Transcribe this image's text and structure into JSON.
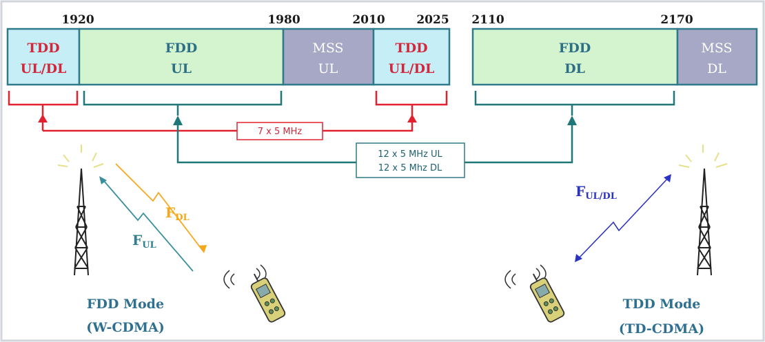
{
  "frequencies": {
    "f1920": "1920",
    "f1980": "1980",
    "f2010": "2010",
    "f2025": "2025",
    "f2110": "2110",
    "f2170": "2170"
  },
  "bands": {
    "tdd1": {
      "line1": "TDD",
      "line2": "UL/DL"
    },
    "fdd_ul": {
      "line1": "FDD",
      "line2": "UL"
    },
    "mss_ul": {
      "line1": "MSS",
      "line2": "UL"
    },
    "tdd2": {
      "line1": "TDD",
      "line2": "UL/DL"
    },
    "fdd_dl": {
      "line1": "FDD",
      "line2": "DL"
    },
    "mss_dl": {
      "line1": "MSS",
      "line2": "DL"
    }
  },
  "allocations": {
    "tdd_box": "7 x 5 MHz",
    "fdd_box_line1": "12 x 5 MHz UL",
    "fdd_box_line2": "12 x 5 Mhz DL"
  },
  "signals": {
    "fdl_main": "F",
    "fdl_sub": "DL",
    "ful_main": "F",
    "ful_sub": "UL",
    "fuldl_main": "F",
    "fuldl_sub": "UL/DL"
  },
  "modes": {
    "fdd_line1": "FDD Mode",
    "fdd_line2": "(W-CDMA)",
    "tdd_line1": "TDD Mode",
    "tdd_line2": "(TD-CDMA)"
  },
  "colors": {
    "tdd_fill": "#c6eef6",
    "fdd_fill": "#d4f4cf",
    "mss_fill": "#a7a7c6",
    "band_border": "#2e7a8a",
    "tdd_text": "#d2283c",
    "fdd_text": "#2d6f86",
    "mss_text": "#ffffff",
    "red": "#e3202e",
    "teal": "#1f7777",
    "orange": "#f6a81c",
    "blue": "#2b33c2"
  }
}
